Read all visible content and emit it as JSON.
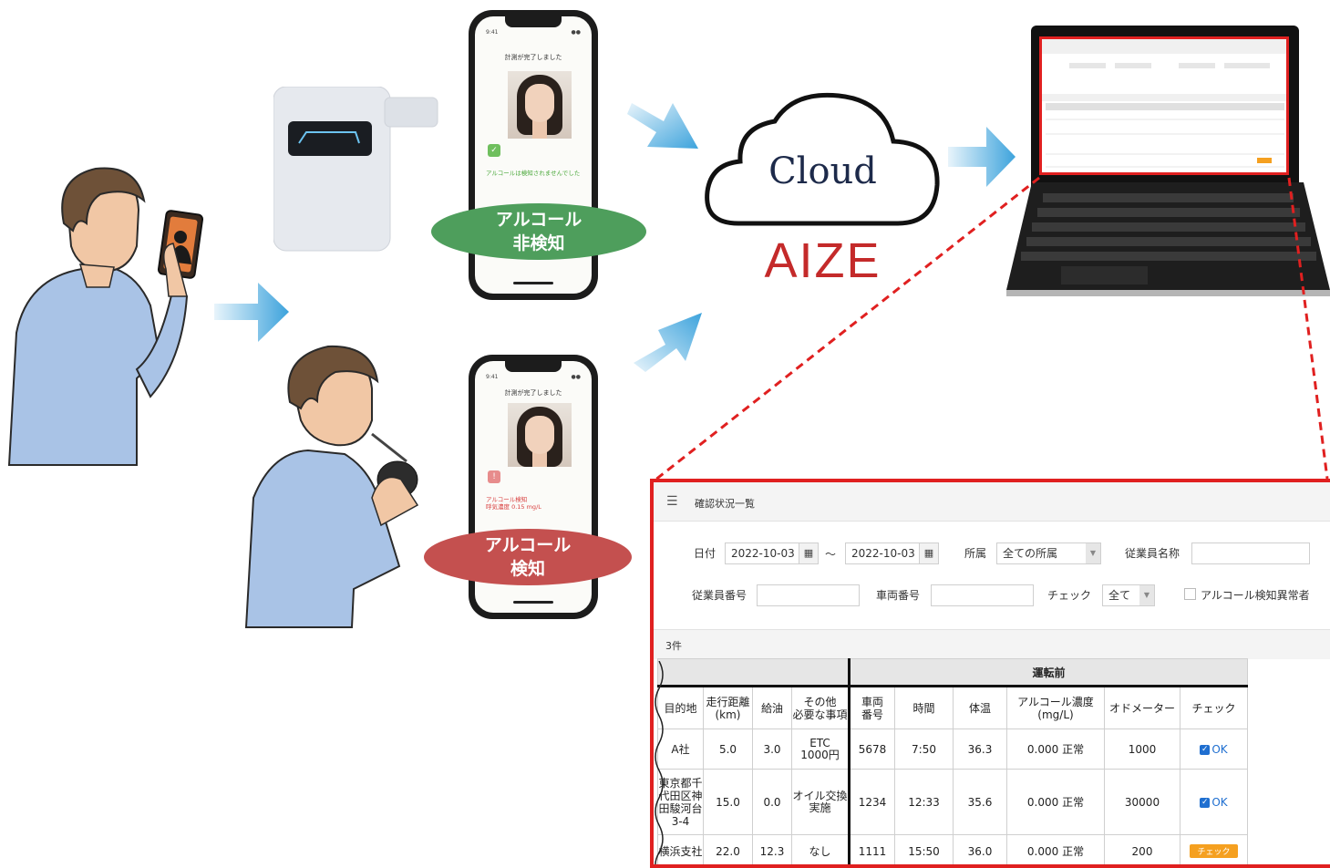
{
  "phone_top": {
    "title": "計測が完了しました",
    "message": "アルコールは検知されませんでした",
    "badge": "アルコール\n非検知",
    "badge_color": "#4e9e5c"
  },
  "phone_bottom": {
    "title": "計測が完了しました",
    "message": "アルコール検知\n呼気濃度 0.15 mg/L",
    "badge": "アルコール\n検知",
    "badge_color": "#c4504f"
  },
  "cloud": {
    "label": "Cloud",
    "brand": "AIZE",
    "brand_color": "#c42a2a"
  },
  "panel": {
    "title": "確認状況一覧",
    "filters": {
      "date_label": "日付",
      "date_from": "2022-10-03",
      "tilde": "～",
      "date_to": "2022-10-03",
      "affiliation_label": "所属",
      "affiliation_value": "全ての所属",
      "employee_name_label": "従業員名称",
      "employee_name_value": "",
      "employee_no_label": "従業員番号",
      "employee_no_value": "",
      "vehicle_no_label": "車両番号",
      "vehicle_no_value": "",
      "check_label": "チェック",
      "check_value": "全て",
      "alcohol_abnormal_label": "アルコール検知異常者"
    },
    "count": "3件",
    "group_header": "運転前",
    "columns": [
      "目的地",
      "走行距離\n(km)",
      "給油",
      "その他\n必要な事項",
      "車両\n番号",
      "時間",
      "体温",
      "アルコール濃度\n(mg/L)",
      "オドメーター",
      "チェック"
    ],
    "rows": [
      {
        "destination": "A社",
        "distance": "5.0",
        "fuel": "3.0",
        "other": "ETC\n1000円",
        "vehicle": "5678",
        "time": "7:50",
        "temp": "36.3",
        "alcohol": "0.000 正常",
        "odometer": "1000",
        "check": "OK"
      },
      {
        "destination": "東京都千\n代田区神\n田駿河台\n3-4",
        "distance": "15.0",
        "fuel": "0.0",
        "other": "オイル交換\n実施",
        "vehicle": "1234",
        "time": "12:33",
        "temp": "35.6",
        "alcohol": "0.000 正常",
        "odometer": "30000",
        "check": "OK"
      },
      {
        "destination": "横浜支社",
        "distance": "22.0",
        "fuel": "12.3",
        "other": "なし",
        "vehicle": "1111",
        "time": "15:50",
        "temp": "36.0",
        "alcohol": "0.000 正常",
        "odometer": "200",
        "check": "チェック"
      }
    ]
  }
}
